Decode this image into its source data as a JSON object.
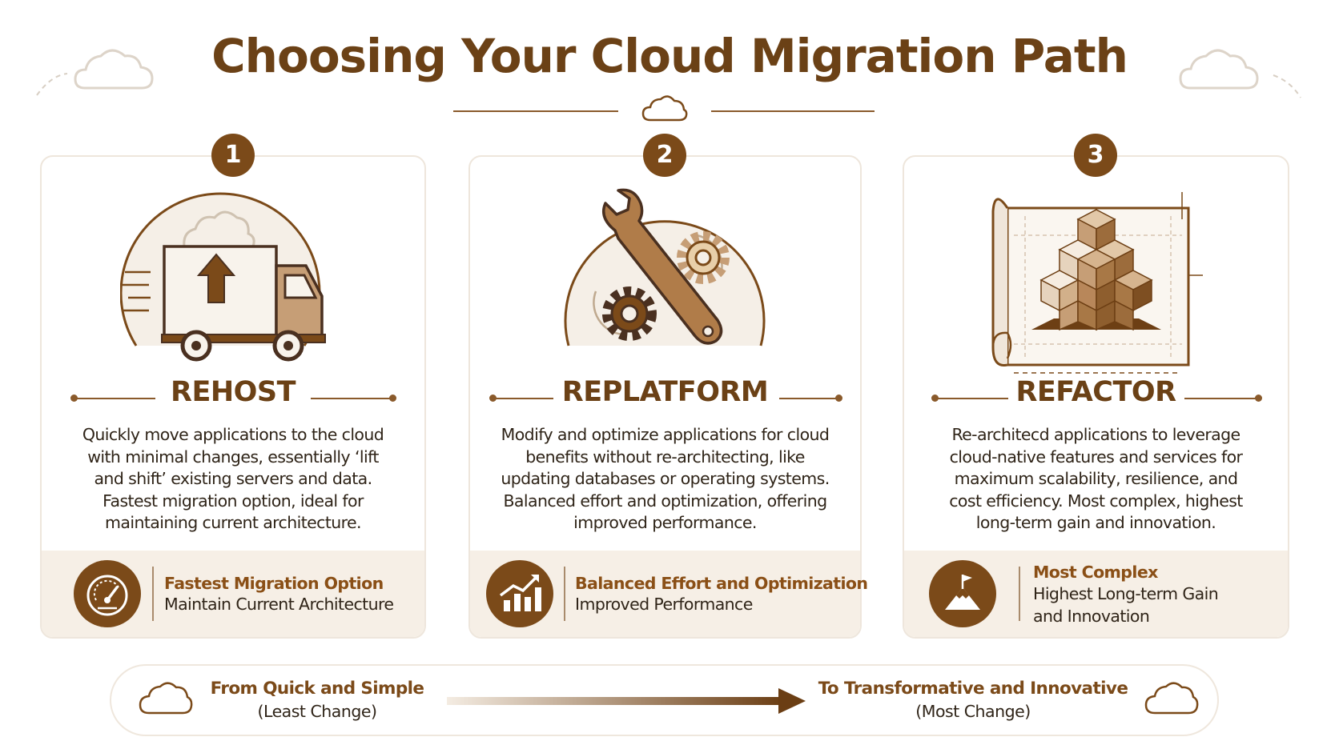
{
  "title": "Choosing Your Cloud Migration Path",
  "colors": {
    "brand": "#7b4a19",
    "heading": "#6b4116",
    "accent_text": "#8a4f16",
    "footer_bg": "#f6efe6"
  },
  "cards": [
    {
      "number": "1",
      "heading": "REHOST",
      "illustration": "moving-truck-icon",
      "description": [
        "Quickly move applications to the cloud",
        "with minimal changes, essentially ‘lift",
        "and shift’ existing servers and data.",
        "Fastest migration option, ideal for",
        "maintaining current architecture."
      ],
      "footer_icon": "speedometer-icon",
      "footer_strong": "Fastest Migration Option",
      "footer_text": [
        "Maintain Current Architecture"
      ]
    },
    {
      "number": "2",
      "heading": "REPLATFORM",
      "illustration": "wrench-gears-icon",
      "description": [
        "Modify and optimize applications for cloud",
        "benefits without re-architecting, like",
        "updating databases or operating systems.",
        "Balanced effort and optimization, offering",
        "improved performance."
      ],
      "footer_icon": "growth-chart-icon",
      "footer_strong": "Balanced Effort and Optimization",
      "footer_text": [
        "Improved Performance"
      ]
    },
    {
      "number": "3",
      "heading": "REFACTOR",
      "illustration": "blueprint-cubes-icon",
      "description": [
        "Re-architecd applications to leverage",
        "cloud-native features and services for",
        "maximum scalability, resilience, and",
        "cost efficiency. Most complex, highest",
        "long-term gain and innovation."
      ],
      "footer_icon": "mountain-flag-icon",
      "footer_strong": "Most Complex",
      "footer_text": [
        "Highest Long-term Gain",
        "and Innovation"
      ]
    }
  ],
  "banner": {
    "left_title": "From Quick and Simple",
    "left_sub": "(Least Change)",
    "right_title": "To Transformative and Innovative",
    "right_sub": "(Most Change)"
  }
}
